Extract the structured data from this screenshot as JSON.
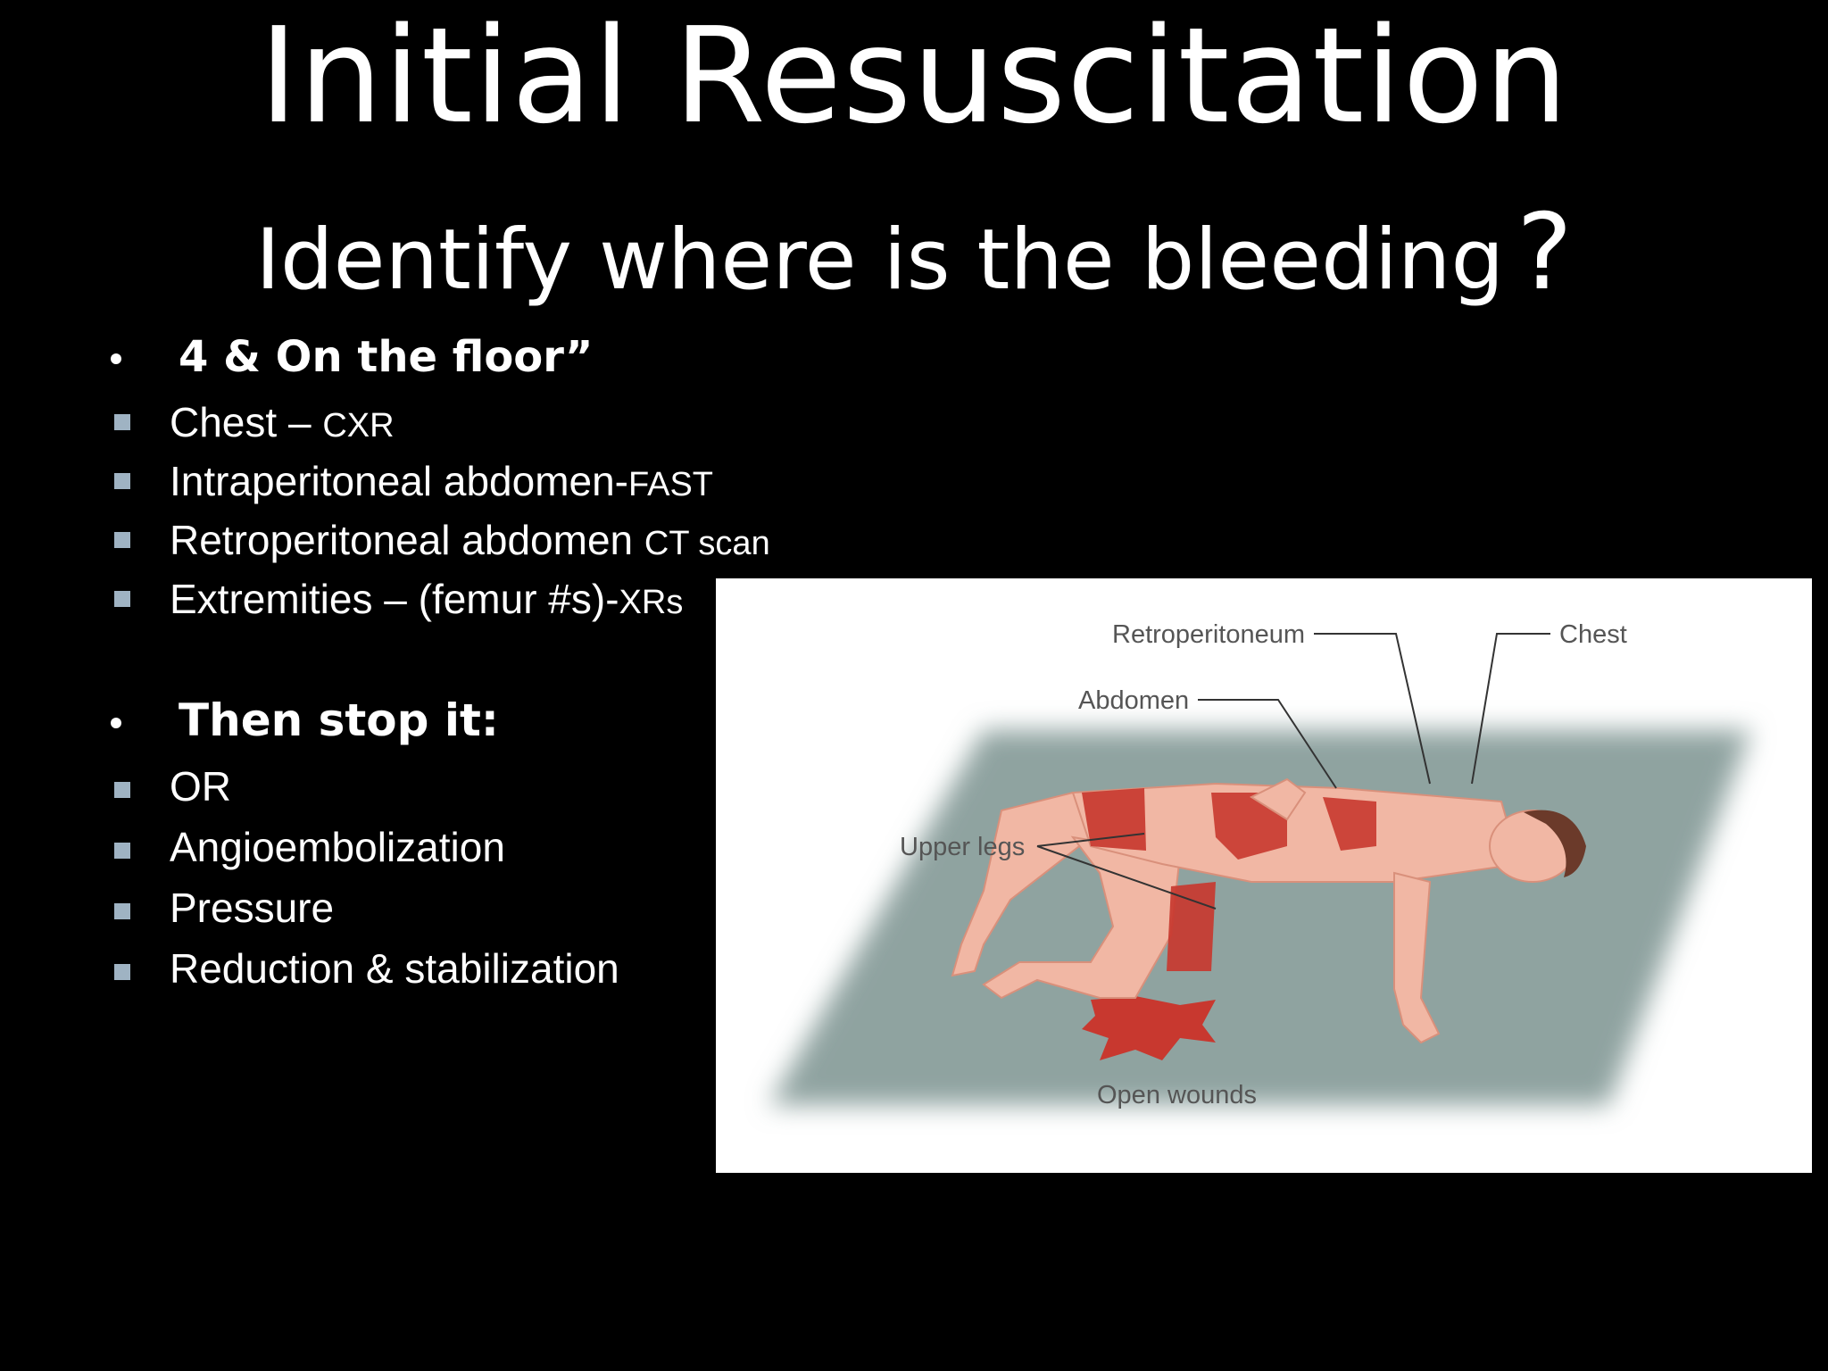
{
  "slide": {
    "title": "Initial Resuscitation",
    "subtitle": "Identify where is the bleeding",
    "subtitle_mark": "?"
  },
  "list": {
    "heading1": "4 & On the floor”",
    "identify_items": [
      {
        "main": "Chest – ",
        "small": "CXR"
      },
      {
        "main": "Intraperitoneal abdomen-",
        "small": "FAST"
      },
      {
        "main": "Retroperitoneal abdomen ",
        "small": "CT scan"
      },
      {
        "main": "Extremities – (femur #s)-",
        "small": "XRs"
      }
    ],
    "heading2": "Then stop it:",
    "stop_items": [
      {
        "main": "OR"
      },
      {
        "main": "Angioembolization"
      },
      {
        "main": "Pressure"
      },
      {
        "main": "Reduction & stabilization"
      }
    ]
  },
  "figure": {
    "labels": {
      "retroperitoneum": "Retroperitoneum",
      "chest": "Chest",
      "abdomen": "Abdomen",
      "upper_legs": "Upper legs",
      "open_wounds": "Open wounds"
    },
    "colors": {
      "floor": "#8fa3a0",
      "skin": "#f1b7a4",
      "bleed": "#c8382f",
      "hair": "#6b3a2a"
    }
  }
}
